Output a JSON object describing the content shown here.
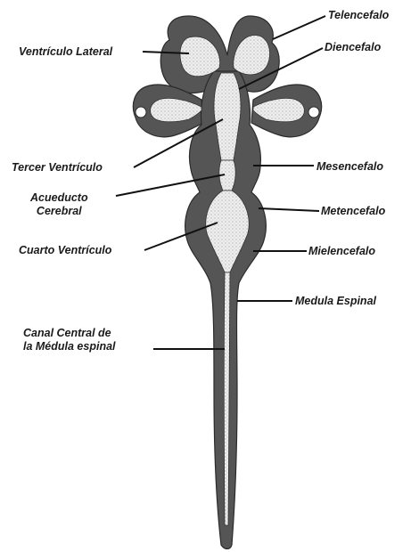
{
  "colors": {
    "tissue": "#555555",
    "tissue_edge": "#2b2b2b",
    "cavity": "#eeeeee",
    "stipple": "#9a9a9a",
    "pointer": "#111111",
    "text": "#1a1a1a"
  },
  "labels": {
    "telencefalo": "Telencefalo",
    "ventriculo_lateral": "Ventrículo Lateral",
    "diencefalo": "Diencefalo",
    "tercer_ventriculo": "Tercer Ventrículo",
    "mesencefalo": "Mesencefalo",
    "acueducto_cerebral": [
      "Acueducto",
      "Cerebral"
    ],
    "metencefalo": "Metencefalo",
    "cuarto_ventriculo": "Cuarto Ventrículo",
    "mielencefalo": "Mielencefalo",
    "medula_espinal": "Medula Espinal",
    "canal_central": [
      "Canal Central de",
      "la Médula espinal"
    ]
  }
}
